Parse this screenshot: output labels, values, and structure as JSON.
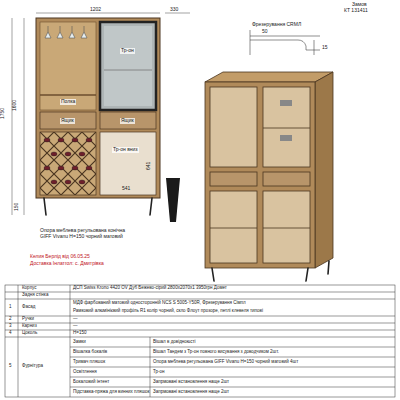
{
  "diagram": {
    "labels": [
      "Замов",
      "КТ 131411",
      "1202",
      "330",
      "1750",
      "1600",
      "150",
      "Тр-он",
      "Полка",
      "Ящик",
      "Ящик",
      "Тр-он вниз",
      "641",
      "541",
      "Фрезерування CRMЛ",
      "50",
      "15",
      "Опора меблева регульована конічна GIFF Vivanu H=150 чорний матовий",
      "Келия Берлід від 06.05.25",
      "Доставка Інлатгол: с. Дмитрівка",
      "Корпус",
      "ДСП Swiss Krono 4420 OV Дуб Бежево-сірий 2800х2070х1 3950грн Домет",
      "Задня стінка",
      "1",
      "Фасад",
      "МДФ фарбований матовий односторонній NCS S 5005-Y50R, Фрезерування Сiмпл",
      "Рамковий алюмінієвий профіль R1 колір чорний, скло Флоут прозоре, петлі клевеля типові",
      "2",
      "Ручки",
      "—",
      "3",
      "Карниз",
      "—",
      "4",
      "Цоколь",
      "H=150",
      "5",
      "Фурнітура",
      "Замки",
      "Вішалка бокалів",
      "Тримач пляшок",
      "Освітлення",
      "Бокаловий інтент",
      "Підставка-пряжа для винних пляшок",
      "Вішал в довідноюсті",
      "Вішал Тандем з Тр-он повного висування з доводчиком 2шт.",
      "Опора меблева регульована GIFF Vivanu H=150 чорний матовий 4шт",
      "Тр-он",
      "Запрмовані встановлення наще 2шт",
      "Запрмовані встановлення наще 2шт"
    ]
  }
}
